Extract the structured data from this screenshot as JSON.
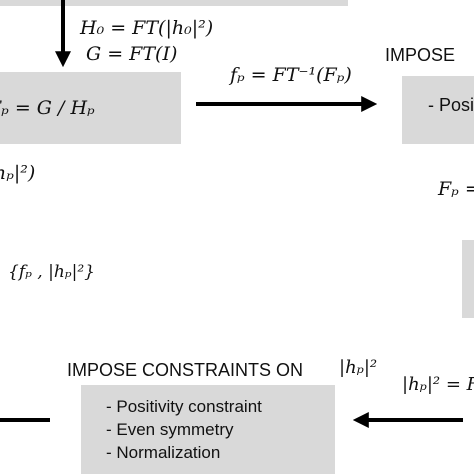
{
  "top_equations": {
    "line1": "H₀ = FT(|h₀|²)",
    "line2": "G = FT(I)"
  },
  "left_box": {
    "text": "Fₚ = G / Hₚ"
  },
  "arrow_right_label": "fₚ = FT⁻¹(Fₚ)",
  "impose_top": {
    "title": "IMPOSE",
    "item": "- Posi"
  },
  "right_eq": "Fₚ =",
  "left_mid_fragment": "hₚ|²)",
  "set_label": "{fₚ , |hₚ|²}",
  "impose_bottom": {
    "title": "IMPOSE CONSTRAINTS ON",
    "title_symbol": "|hₚ|²",
    "items": [
      "- Positivity constraint",
      "- Even symmetry",
      "- Normalization"
    ]
  },
  "bottom_right_eq": "|hₚ|² = F"
}
